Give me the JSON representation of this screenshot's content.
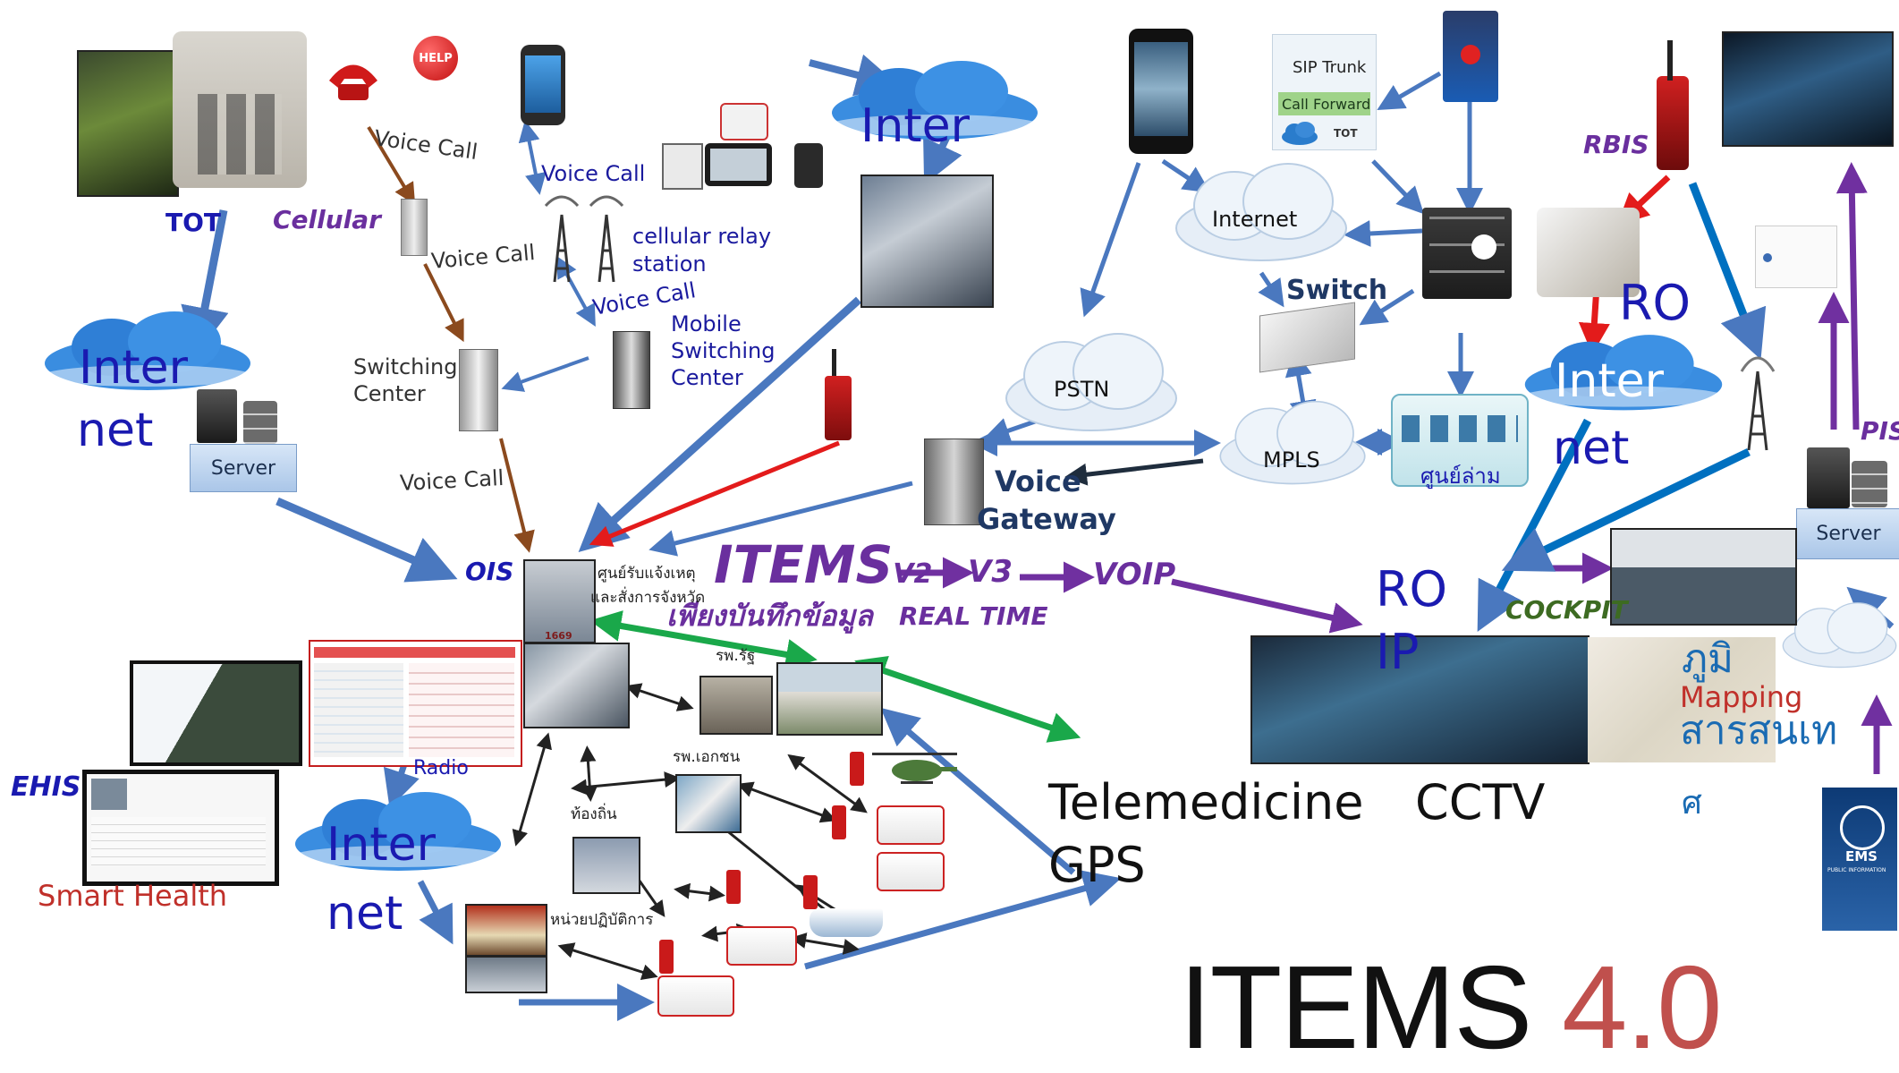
{
  "title": {
    "main": "ITEMS",
    "version": "4.0"
  },
  "left": {
    "tot": "TOT",
    "cellular": "Cellular",
    "voice_call_1": "Voice Call",
    "voice_call_2": "Voice Call",
    "voice_call_3": "Voice Call",
    "voice_call_4": "Voice Call",
    "voice_call_5": "Voice Call",
    "relay_1": "cellular relay",
    "relay_2": "station",
    "msc_1": "Mobile",
    "msc_2": "Switching",
    "msc_3": "Center",
    "switching_1": "Switching",
    "switching_2": "Center",
    "internet_1_a": "Inter",
    "internet_1_b": "net",
    "server_1": "Server",
    "ois": "OIS",
    "help": "HELP"
  },
  "center": {
    "internet_top": "Inter",
    "items_v2_big": "ITEMS",
    "items_v2_small": "V2",
    "v3": "V3",
    "voip": "VOIP",
    "record_only": "เพียงบันทึกข้อมูล",
    "real_time": "REAL TIME",
    "center_1": "ศูนย์รับแจ้งเหตุ",
    "center_2": "และสั่งการจังหวัด",
    "center_num": "1669",
    "hospital_gov": "รพ.รัฐ",
    "hospital_private": "รพ.เอกชน",
    "local": "ท้องถิ่น",
    "operations_unit": "หน่วยปฏิบัติการ",
    "radio": "Radio",
    "ehis": "EHIS",
    "smart_health": "Smart Health",
    "internet_bottom_a": "Inter",
    "internet_bottom_b": "net"
  },
  "right": {
    "internet_cloud": "Internet",
    "sip_trunk": "SIP Trunk",
    "call_forward": "Call Forward",
    "tot_small": "TOT",
    "switch": "Switch",
    "pstn": "PSTN",
    "mpls": "MPLS",
    "regional_center": "ศูนย์ล่าม",
    "voice_gateway_1": "Voice",
    "voice_gateway_2": "Gateway",
    "rbis": "RBIS",
    "ro": "RO",
    "internet_right_a": "Inter",
    "internet_right_b": "net",
    "pis": "PIS",
    "server_2": "Server",
    "ro_ip_a": "RO",
    "ro_ip_b": "IP",
    "cockpit": "COCKPIT",
    "geo_1": "ภูมิ",
    "geo_2": "Mapping",
    "geo_3": "สารสนเท",
    "geo_4": "ศ",
    "telemedicine": "Telemedicine",
    "cctv": "CCTV",
    "gps": "GPS",
    "ems_1": "EMS",
    "ems_2": "PUBLIC INFORMATION"
  },
  "colors": {
    "arrow_blue": "#4a78bf",
    "arrow_brown": "#8b4a1e",
    "arrow_green": "#1aa84a",
    "arrow_purple": "#7030a0",
    "arrow_red": "#e31b1b",
    "arrow_dark": "#1f2d3d",
    "navy_text": "#1a1a9e",
    "purple_text": "#6a2f9e",
    "title_red": "#c0504d"
  }
}
